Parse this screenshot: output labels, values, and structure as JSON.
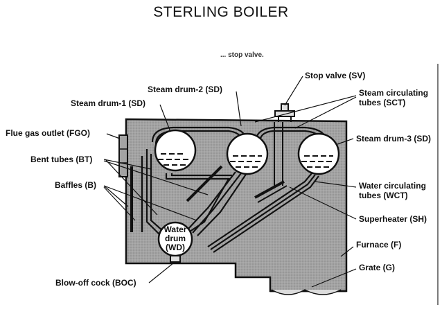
{
  "title": "STERLING BOILER",
  "scan_fragment": "... stop valve.",
  "labels": {
    "stop_valve": "Stop valve (SV)",
    "steam_drum_2": "Steam drum-2 (SD)",
    "steam_drum_1": "Steam drum-1 (SD)",
    "steam_circ_1": "Steam circulating",
    "steam_circ_2": "tubes (SCT)",
    "flue_gas": "Flue gas outlet (FGO)",
    "steam_drum_3": "Steam drum-3 (SD)",
    "bent_tubes": "Bent tubes (BT)",
    "baffles": "Baffles (B)",
    "water_circ_1": "Water circulating",
    "water_circ_2": "tubes (WCT)",
    "superheater": "Superheater (SH)",
    "furnace": "Furnace (F)",
    "grate": "Grate (G)",
    "blowoff": "Blow-off cock (BOC)",
    "water_drum_1": "Water",
    "water_drum_2": "drum",
    "water_drum_3": "(WD)"
  },
  "colors": {
    "body_fill": "#a3a3a3",
    "outline": "#111111",
    "drum_fill": "#ffffff"
  }
}
